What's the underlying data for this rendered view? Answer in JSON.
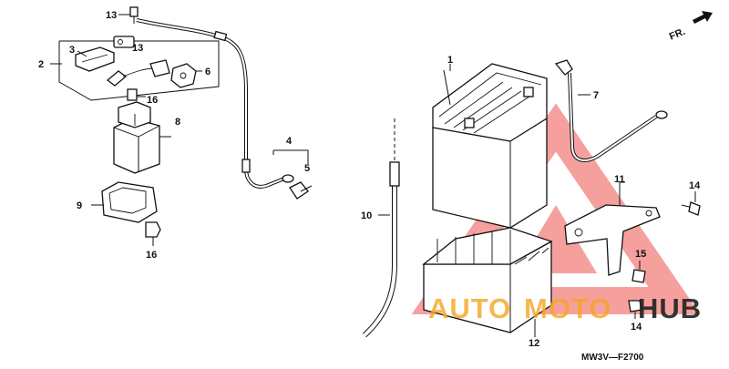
{
  "diagram": {
    "callouts": [
      "1",
      "2",
      "3",
      "4",
      "5",
      "6",
      "7",
      "8",
      "9",
      "10",
      "11",
      "12",
      "13",
      "13",
      "14",
      "14",
      "15",
      "16",
      "16"
    ],
    "front_marker": "FR.",
    "figure_code": "MW3V—F2700"
  },
  "watermark": {
    "word_1": "AUTO",
    "word_2": "MOTO",
    "word_3": "HUB",
    "color_red": "#e53935",
    "color_orange": "#f5a623",
    "color_dark": "#222222"
  }
}
